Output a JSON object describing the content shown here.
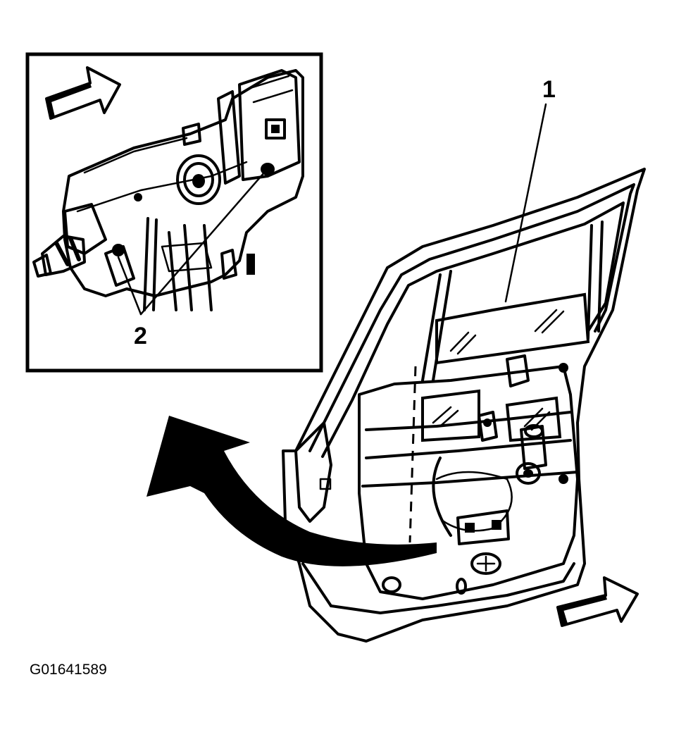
{
  "figure_id": "G01641589",
  "callouts": [
    {
      "label": "1"
    },
    {
      "label": "2"
    }
  ],
  "colors": {
    "ink": "#000000",
    "paper": "#ffffff"
  }
}
